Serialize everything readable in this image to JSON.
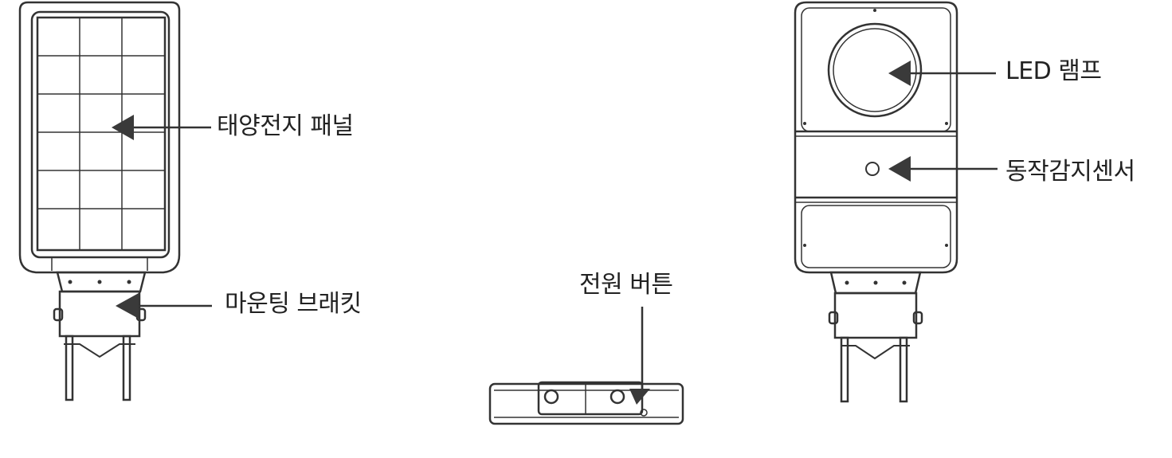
{
  "labels": {
    "solar_panel": "태양전지 패널",
    "mounting_bracket": "마운팅 브래킷",
    "power_button": "전원 버튼",
    "led_lamp": "LED 램프",
    "motion_sensor": "동작감지센서"
  },
  "colors": {
    "line": "#333333",
    "arrow": "#3a3a3a",
    "background": "#ffffff"
  }
}
